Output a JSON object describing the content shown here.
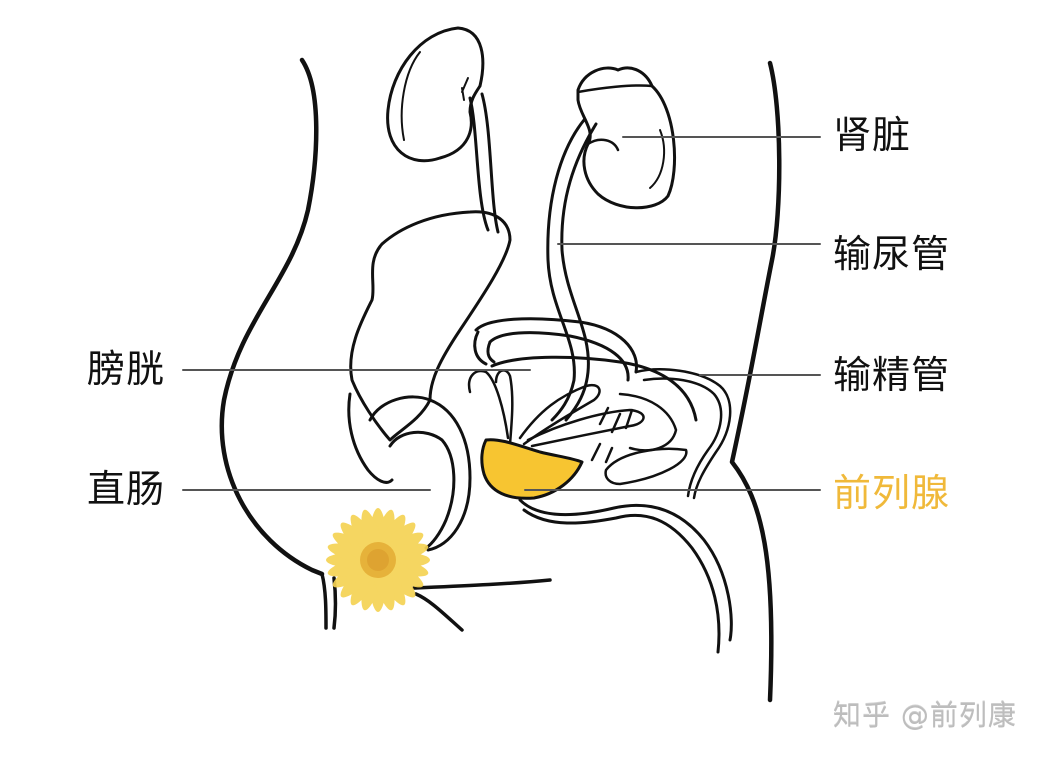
{
  "diagram": {
    "type": "anatomical-illustration",
    "subject": "male urinary and reproductive organs, side view",
    "colors": {
      "outline": "#111111",
      "leader_line": "#555555",
      "prostate_fill": "#f7c531",
      "highlight_text": "#f0b93a",
      "flower_petal": "#f5d354",
      "flower_center": "#e6b23a",
      "watermark": "#bdbdbd"
    },
    "labels_right": [
      {
        "id": "kidney",
        "text": "肾脏"
      },
      {
        "id": "ureter",
        "text": "输尿管"
      },
      {
        "id": "vas_deferens",
        "text": "输精管"
      },
      {
        "id": "prostate",
        "text": "前列腺",
        "highlighted": true
      }
    ],
    "labels_left": [
      {
        "id": "bladder",
        "text": "膀胱"
      },
      {
        "id": "rectum",
        "text": "直肠"
      }
    ],
    "watermark": "知乎 @前列康"
  }
}
